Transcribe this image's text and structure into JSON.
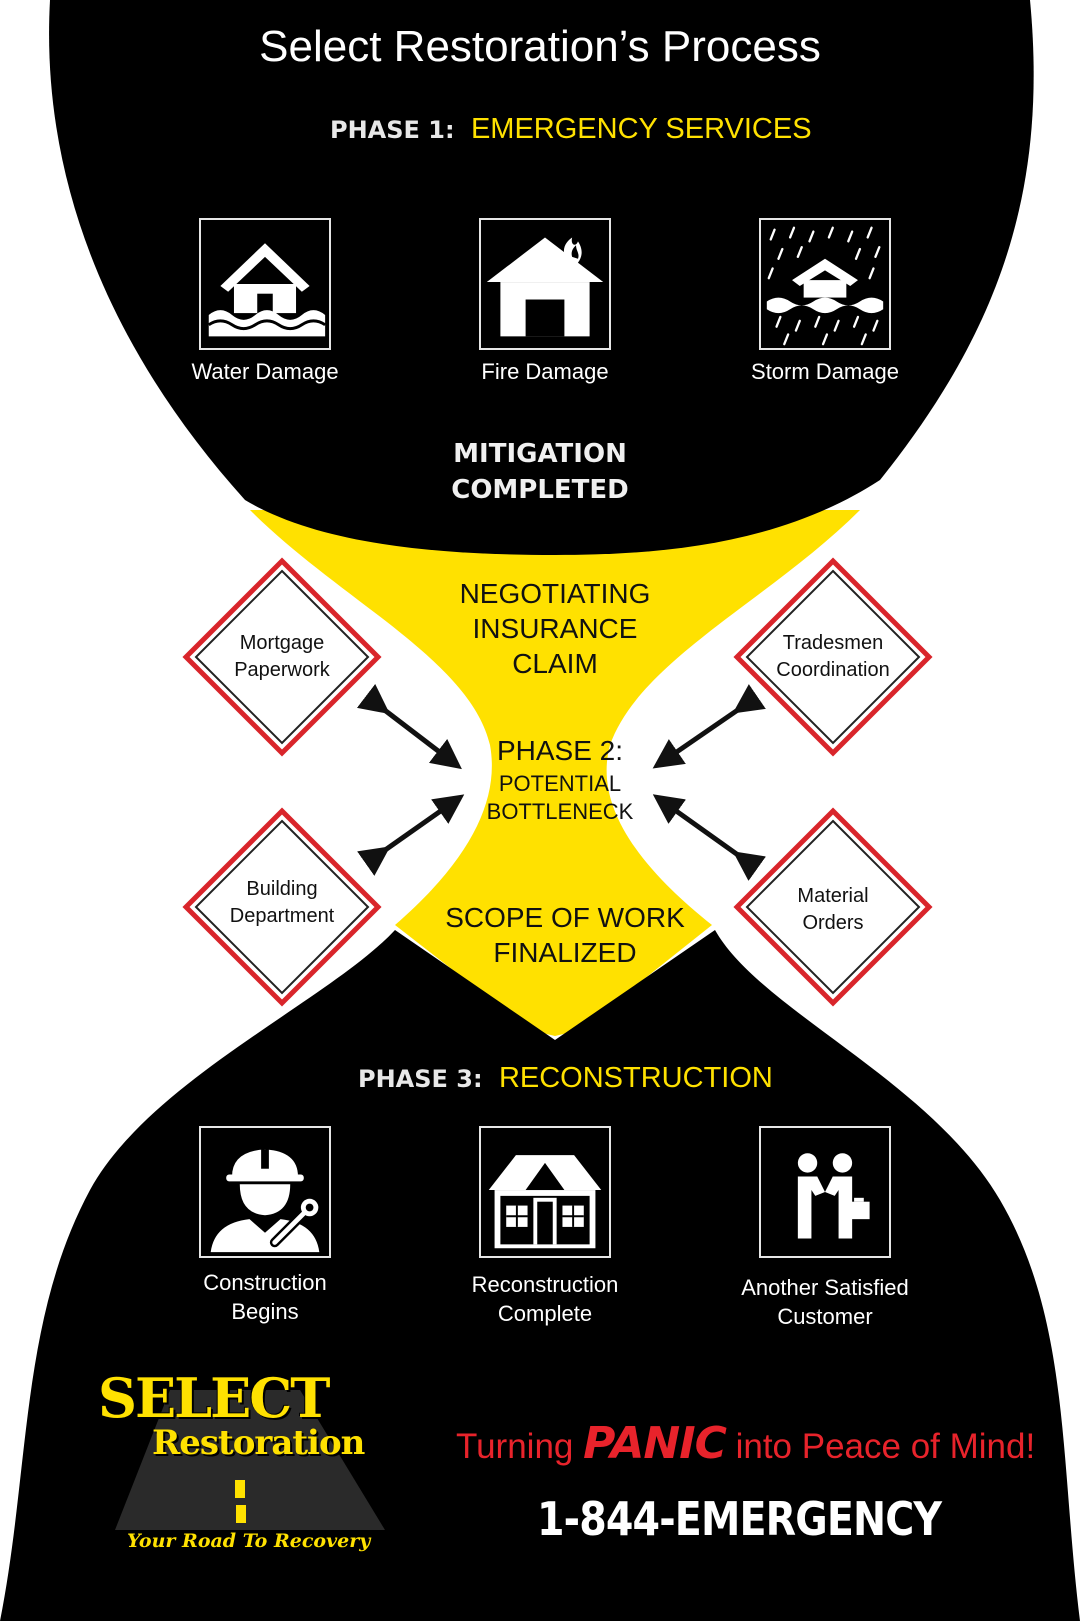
{
  "title": "Select Restoration’s Process",
  "phase1": {
    "label": "PHASE 1:",
    "name": "EMERGENCY SERVICES",
    "items": [
      {
        "label": "Water Damage",
        "icon": "flooded-house-icon"
      },
      {
        "label": "Fire Damage",
        "icon": "house-fire-icon"
      },
      {
        "label": "Storm Damage",
        "icon": "storm-house-icon"
      }
    ],
    "result_line1": "MITIGATION",
    "result_line2": "COMPLETED"
  },
  "phase2": {
    "top_text_line1": "NEGOTIATING",
    "top_text_line2": "INSURANCE",
    "top_text_line3": "CLAIM",
    "label": "PHASE 2:",
    "sub_line1": "POTENTIAL",
    "sub_line2": "BOTTLENECK",
    "bottom_text_line1": "SCOPE OF WORK",
    "bottom_text_line2": "FINALIZED",
    "factors": [
      {
        "line1": "Mortgage",
        "line2": "Paperwork"
      },
      {
        "line1": "Tradesmen",
        "line2": "Coordination"
      },
      {
        "line1": "Building",
        "line2": "Department"
      },
      {
        "line1": "Material",
        "line2": "Orders"
      }
    ]
  },
  "phase3": {
    "label": "PHASE 3:",
    "name": "RECONSTRUCTION",
    "items": [
      {
        "line1": "Construction",
        "line2": "Begins",
        "icon": "construction-worker-icon"
      },
      {
        "line1": "Reconstruction",
        "line2": "Complete",
        "icon": "completed-house-icon"
      },
      {
        "line1": "Another Satisfied",
        "line2": "Customer",
        "icon": "handshake-icon"
      }
    ]
  },
  "footer": {
    "tagline_before": "Turning",
    "tagline_emphasis": "PANIC",
    "tagline_after": "into Peace of Mind!",
    "phone": "1-844-EMERGENCY",
    "logo_line1": "SELECT",
    "logo_line2": "Restoration",
    "logo_tagline": "Your Road To Recovery"
  },
  "colors": {
    "background": "#000000",
    "accent_yellow": "#ffe100",
    "diamond_border": "#d9252b",
    "tagline_red": "#e8232b",
    "white": "#ffffff"
  }
}
